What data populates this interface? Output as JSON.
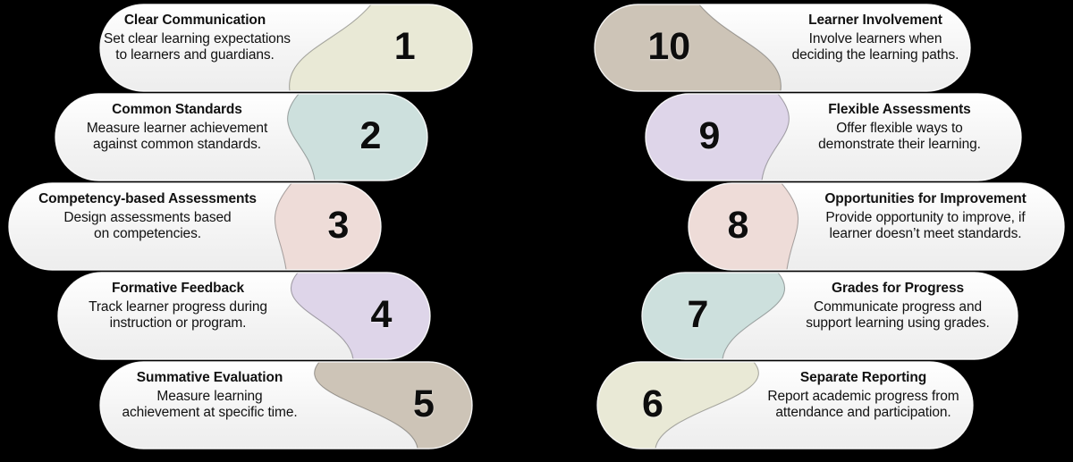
{
  "infographic": {
    "title_text": "",
    "background_color": "#000000",
    "card_fill": "#f4f4f4",
    "number_color": "#0d0d0d",
    "text_color": "#111111",
    "columns": [
      {
        "side": "left",
        "items": [
          {
            "number": "1",
            "title": "Clear Communication",
            "lines": [
              "Set clear learning expectations",
              "to learners and guardians."
            ],
            "color": "#e9e9d6"
          },
          {
            "number": "2",
            "title": "Common Standards",
            "lines": [
              "Measure learner achievement",
              "against common standards."
            ],
            "color": "#cde0dd"
          },
          {
            "number": "3",
            "title": "Competency-based Assessments",
            "lines": [
              "Design assessments based",
              "on competencies."
            ],
            "color": "#eedcd8"
          },
          {
            "number": "4",
            "title": "Formative Feedback",
            "lines": [
              "Track learner progress during",
              "instruction or program."
            ],
            "color": "#ded5e9"
          },
          {
            "number": "5",
            "title": "Summative Evaluation",
            "lines": [
              "Measure learning",
              "achievement at specific time."
            ],
            "color": "#cdc4b7"
          }
        ]
      },
      {
        "side": "right",
        "items": [
          {
            "number": "10",
            "title": "Learner Involvement",
            "lines": [
              "Involve learners when",
              "deciding the learning paths."
            ],
            "color": "#cdc4b7"
          },
          {
            "number": "9",
            "title": "Flexible Assessments",
            "lines": [
              "Offer flexible ways to",
              "demonstrate their learning."
            ],
            "color": "#ded5e9"
          },
          {
            "number": "8",
            "title": "Opportunities for Improvement",
            "lines": [
              "Provide opportunity to improve, if",
              "learner doesn’t meet standards."
            ],
            "color": "#eedcd8"
          },
          {
            "number": "7",
            "title": "Grades for Progress",
            "lines": [
              "Communicate progress and",
              "support learning using grades."
            ],
            "color": "#cde0dd"
          },
          {
            "number": "6",
            "title": "Separate Reporting",
            "lines": [
              "Report academic progress from",
              "attendance and participation."
            ],
            "color": "#e9e9d6"
          }
        ]
      }
    ]
  }
}
